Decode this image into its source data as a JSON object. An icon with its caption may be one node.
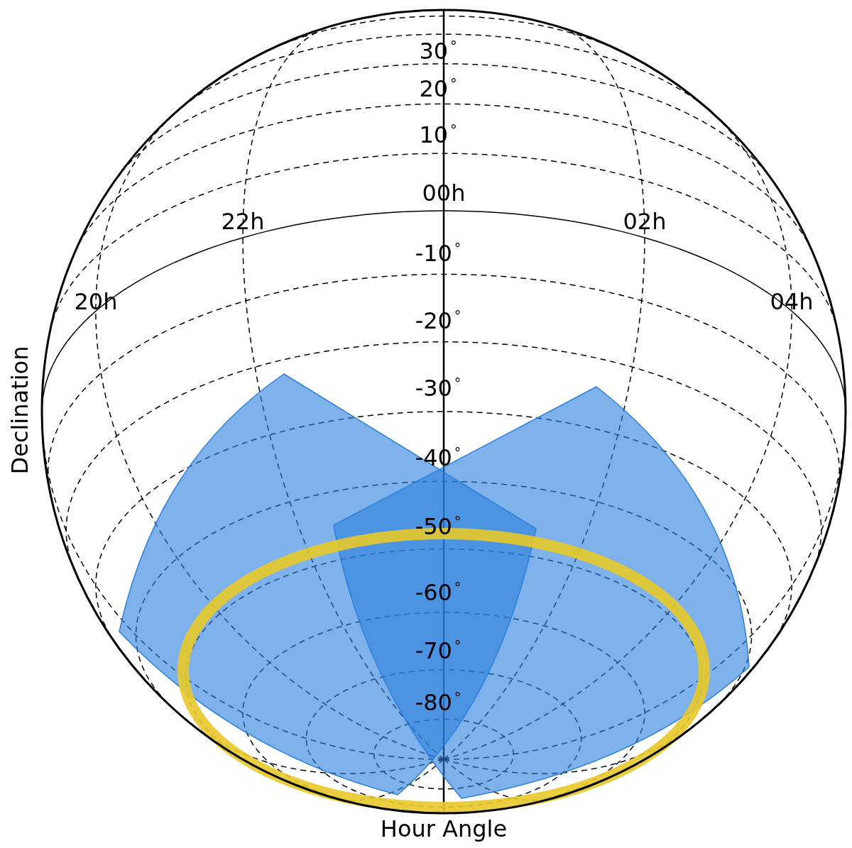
{
  "diagram": {
    "labels": [
      "30$^{°}$",
      "20$^{°}$",
      "10$^{°}$",
      "00h",
      "22h",
      "02h",
      "-10$^{°}$",
      "20h",
      "04h",
      "-20$^{°}$",
      "-30$^{°}$",
      "-40$^{°}$",
      "-50$^{°}$",
      "-60$^{°}$",
      "-70$^{°}$",
      "-80$^{°}$",
      "Declination",
      "Hour Angle"
    ]
  }
}
